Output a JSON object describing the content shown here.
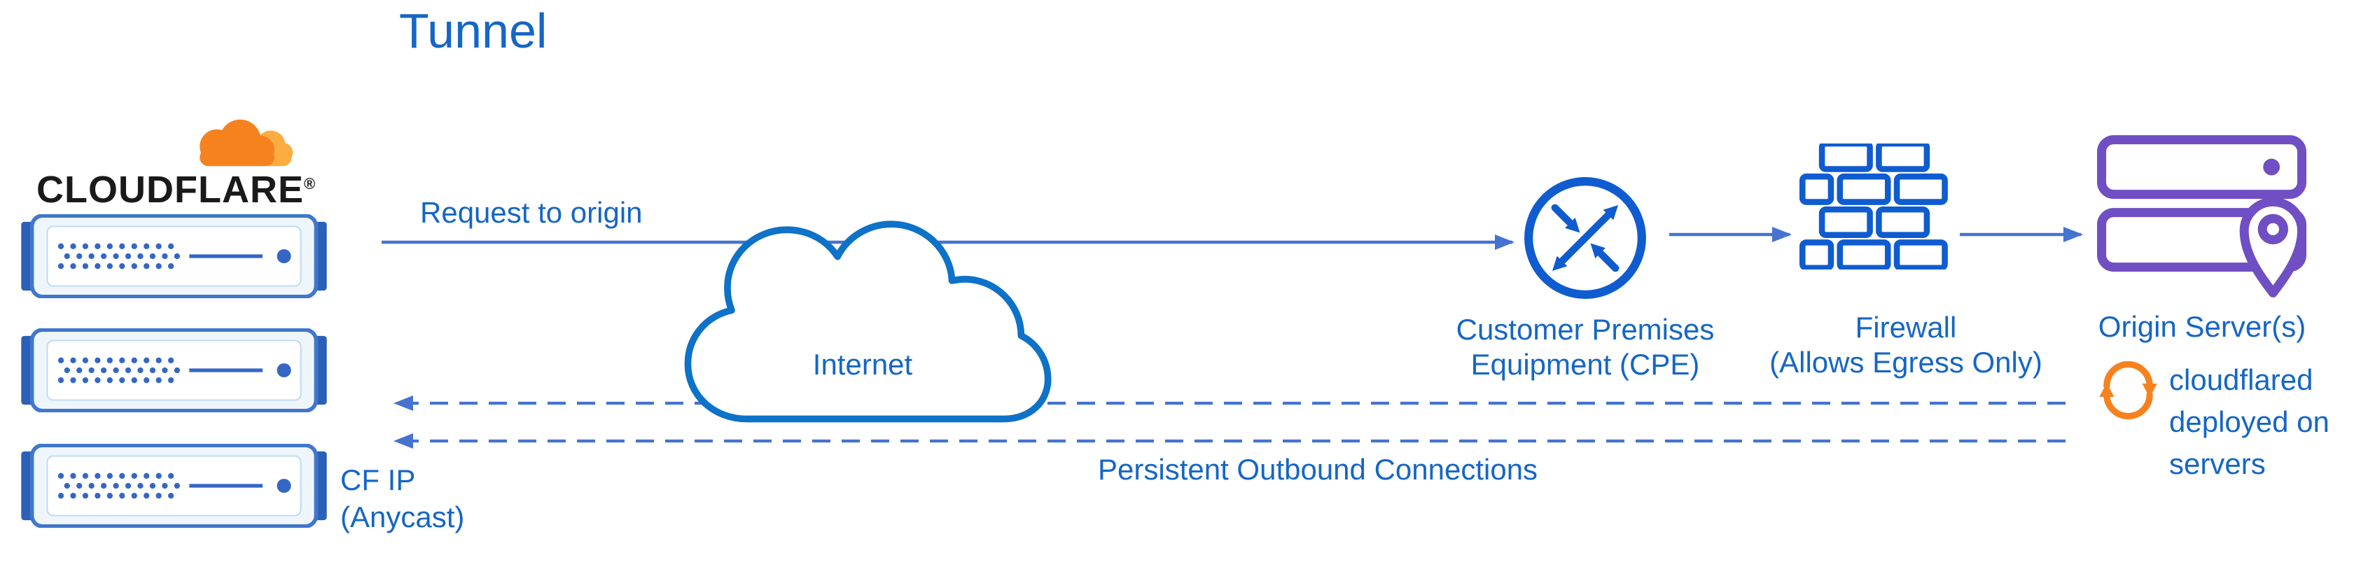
{
  "title": "Tunnel",
  "brand": {
    "name": "CLOUDFLARE",
    "registered": "®"
  },
  "labels": {
    "request": "Request to origin",
    "internet": "Internet",
    "persistent": "Persistent Outbound Connections",
    "cf_ip": [
      "CF IP",
      "(Anycast)"
    ],
    "cpe": [
      "Customer Premises",
      "Equipment (CPE)"
    ],
    "firewall": [
      "Firewall",
      "(Allows Egress Only)"
    ],
    "origin": "Origin Server(s)",
    "cloudflared": [
      "cloudflared",
      "deployed on",
      "servers"
    ]
  },
  "colors": {
    "text_blue": "#1566c5",
    "arrow_blue": "#4573cf",
    "cloud_blue": "#0d72c8",
    "icon_blue": "#0e5cd0",
    "server_blue": "#4077cd",
    "server_dark": "#2b60b8",
    "server_dots": "#3566c5",
    "purple": "#6f4fc3",
    "orange": "#f6821f",
    "orange_light": "#fbad41",
    "brand_black": "#1a1a1a"
  },
  "icons": {
    "cloudflare-cloud-icon": "two-tone orange cloud logo",
    "edge-server-icon": "blue server rack (three stacked instances)",
    "internet-cloud-icon": "blue outlined cloud",
    "cpe-router-icon": "blue circle with crossing routing arrows",
    "firewall-icon": "blue brick wall",
    "origin-server-icon": "purple server stack with location pin",
    "cloudflared-sync-icon": "orange circular sync arrows",
    "arrowhead": "solid blue triangle"
  }
}
